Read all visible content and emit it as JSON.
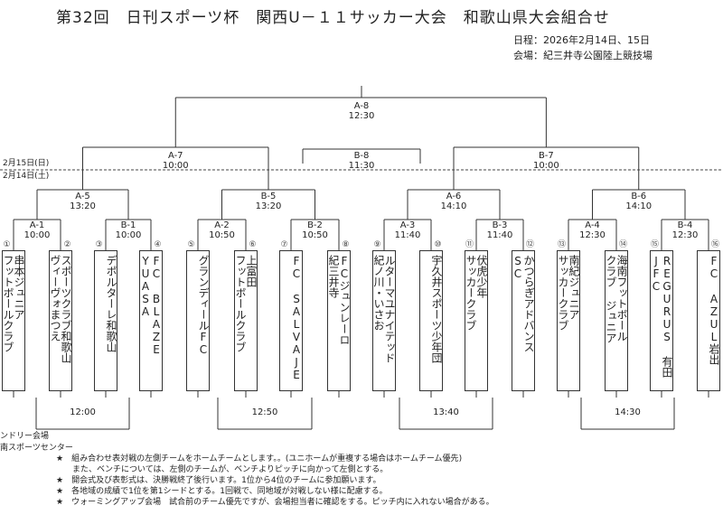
{
  "title": "第32回　日刊スポーツ杯　関西U－１１サッカー大会　和歌山県大会組合せ",
  "schedule": "日程：2026年2月14日、15日",
  "venue": "会場：紀三井寺公園陸上競技場",
  "day2": "2月15日(日)",
  "day1": "2月14日(土)",
  "matches": {
    "A8": {
      "id": "A-8",
      "time": "12:30"
    },
    "A7": {
      "id": "A-7",
      "time": "10:00"
    },
    "B8": {
      "id": "B-8",
      "time": "11:30"
    },
    "B7": {
      "id": "B-7",
      "time": "10:00"
    },
    "A5": {
      "id": "A-5",
      "time": "13:20"
    },
    "B5": {
      "id": "B-5",
      "time": "13:20"
    },
    "A6": {
      "id": "A-6",
      "time": "14:10"
    },
    "B6": {
      "id": "B-6",
      "time": "14:10"
    },
    "A1": {
      "id": "A-1",
      "time": "10:00"
    },
    "B1": {
      "id": "B-1",
      "time": "10:00"
    },
    "A2": {
      "id": "A-2",
      "time": "10:50"
    },
    "B2": {
      "id": "B-2",
      "time": "10:50"
    },
    "A3": {
      "id": "A-3",
      "time": "11:40"
    },
    "B3": {
      "id": "B-3",
      "time": "11:40"
    },
    "A4": {
      "id": "A-4",
      "time": "12:30"
    },
    "B4": {
      "id": "B-4",
      "time": "12:30"
    }
  },
  "teams": [
    {
      "no": "①",
      "name": "串本ジュニア\nフットボールクラブ"
    },
    {
      "no": "②",
      "name": "スポーツクラブ和歌山\nヴィーヴォまつえ"
    },
    {
      "no": "③",
      "name": "デポルターレ和歌山"
    },
    {
      "no": "④",
      "name": "FC BLAZE\nYUASA"
    },
    {
      "no": "⑤",
      "name": "グランディールFC"
    },
    {
      "no": "⑥",
      "name": "上富田\nフットボールクラブ"
    },
    {
      "no": "⑦",
      "name": "FC SALVAJE"
    },
    {
      "no": "⑧",
      "name": "FCジュンレーロ\n紀三井寺"
    },
    {
      "no": "⑨",
      "name": "ルターマユナイテッド\n紀ノ川・いさお"
    },
    {
      "no": "⑩",
      "name": "宇久井スポーツ少年団"
    },
    {
      "no": "⑪",
      "name": "伏虎少年\nサッカークラブ"
    },
    {
      "no": "⑫",
      "name": "かつらぎアドバンス\nSC"
    },
    {
      "no": "⑬",
      "name": "南紀ジュニア\nサッカークラブ"
    },
    {
      "no": "⑭",
      "name": "海南フットボール\nクラブ ジュニア"
    },
    {
      "no": "⑮",
      "name": "REGURUS 有田\nJFC"
    },
    {
      "no": "⑯",
      "name": "FC AZUL岩出"
    }
  ],
  "lower_times": [
    "12:00",
    "12:50",
    "13:40",
    "14:30"
  ],
  "venue_notes": [
    "ンドリー会場",
    "南スポーツセンター"
  ],
  "notes": [
    "★　組み合わせ表対戦の左側チームをホームチームとします。。(ユニホームが重複する場合はホームチーム優先)",
    "　　また、ベンチについては、左側のチームが、ベンチよりピッチに向かって左側とする。",
    "★　開会式及び表彰式は、決勝戦終了後行います。1位から4位のチームに参加願います。",
    "★　各地域の成績で1位を第1シードとする。1回戦で、同地域が対戦しない様に配慮する。",
    "★　ウォーミングアップ会場　試合前のチーム優先ですが、会場担当者に確認をする。ピッチ内に入れない場合がある。"
  ]
}
